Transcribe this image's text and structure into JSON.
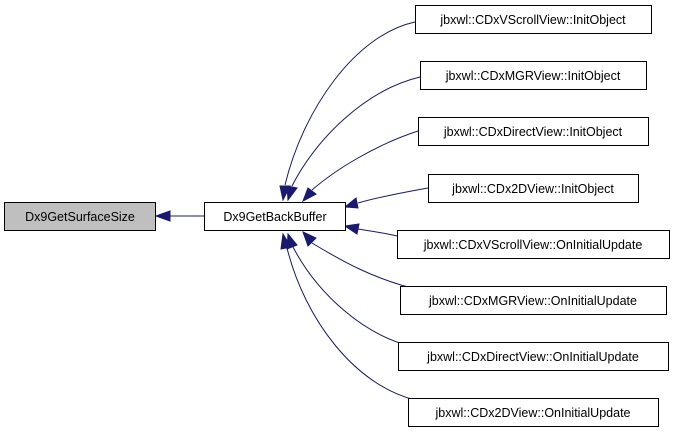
{
  "colors": {
    "edge": "#191970",
    "focus_node_fill": "#bfbfbf",
    "node_fill": "#ffffff",
    "node_border": "#000000"
  },
  "graph": {
    "focus": "Dx9GetSurfaceSize",
    "direct_caller": "Dx9GetBackBuffer",
    "callers": [
      "jbxwl::CDxVScrollView::InitObject",
      "jbxwl::CDxMGRView::InitObject",
      "jbxwl::CDxDirectView::InitObject",
      "jbxwl::CDx2DView::InitObject",
      "jbxwl::CDxVScrollView::OnInitialUpdate",
      "jbxwl::CDxMGRView::OnInitialUpdate",
      "jbxwl::CDxDirectView::OnInitialUpdate",
      "jbxwl::CDx2DView::OnInitialUpdate"
    ]
  }
}
